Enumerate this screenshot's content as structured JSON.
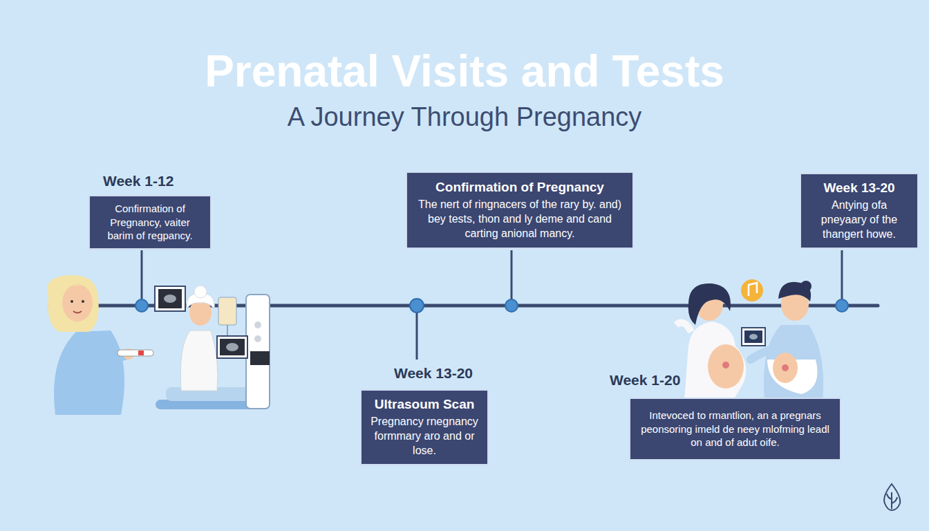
{
  "diagram": {
    "title": "Prenatal Visits and Tests",
    "nodes": [
      {
        "text": [
          "Week 1-12",
          "Confirmation of Pregnancy, vaiter barim of regpancy."
        ]
      },
      {
        "text": [
          "Confirmation of Pregnancy",
          "The nert of ringnacers of the rary by. and) bey tests, thon and ly deme and cand carting anional mancy."
        ]
      },
      {
        "text": [
          "Week 13-20",
          "Antying ofa pneyaary of the thangert howe."
        ]
      },
      {
        "text": [
          "Week 13-20",
          "Ultrasoum Scan",
          "Pregnancy rnegnancy formmary aro and or lose."
        ]
      },
      {
        "text": [
          "Week 1-20",
          "Intevoced to rmantlion, an a pregnars peonsoring imeld de neey mlofming leadl on and of adut oife."
        ]
      }
    ],
    "labels": [
      "A Journey Through Pregnancy"
    ]
  }
}
